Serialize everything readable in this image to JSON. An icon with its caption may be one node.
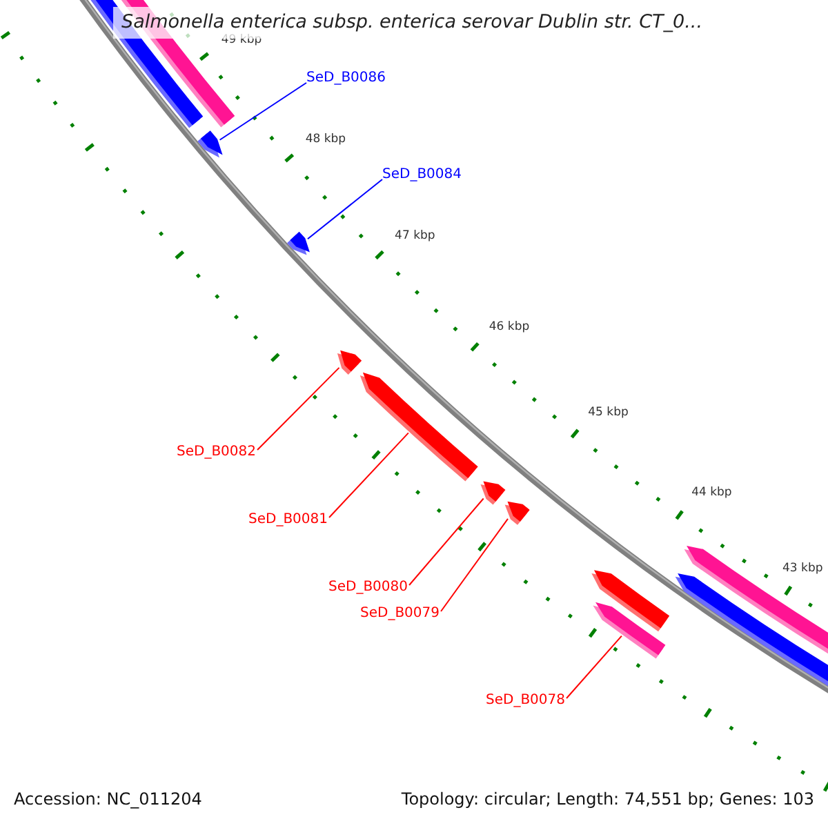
{
  "diagram": {
    "title": "Salmonella enterica subsp. enterica serovar Dublin str. CT_0...",
    "nodes": [
      {
        "text": [
          "SeD_B0086"
        ]
      },
      {
        "text": [
          "SeD_B0084"
        ]
      },
      {
        "text": [
          "SeD_B0082"
        ]
      },
      {
        "text": [
          "SeD_B0081"
        ]
      },
      {
        "text": [
          "SeD_B0080"
        ]
      },
      {
        "text": [
          "SeD_B0079"
        ]
      },
      {
        "text": [
          "SeD_B0078"
        ]
      },
      {
        "text": [],
        "shape": "bar"
      },
      {
        "text": [],
        "shape": "bar"
      },
      {
        "text": [],
        "shape": "bar"
      },
      {
        "text": [],
        "shape": "bar"
      },
      {
        "text": [],
        "shape": "bar"
      },
      {
        "text": [],
        "shape": "bar"
      },
      {
        "text": [],
        "shape": "bar"
      }
    ],
    "edges": [
      {
        "from": 0,
        "to": 7,
        "arrow": "none",
        "color": "#0000ff"
      },
      {
        "from": 1,
        "to": 8,
        "arrow": "none",
        "color": "#0000ff"
      },
      {
        "from": 2,
        "to": 9,
        "arrow": "none"
      },
      {
        "from": 3,
        "to": 10,
        "arrow": "none"
      },
      {
        "from": 4,
        "to": 11,
        "arrow": "none"
      },
      {
        "from": 5,
        "to": 12,
        "arrow": "none"
      },
      {
        "from": 6,
        "to": 13,
        "arrow": "none"
      }
    ],
    "labels": [
      "49 kbp",
      "48 kbp",
      "47 kbp",
      "46 kbp",
      "45 kbp",
      "44 kbp",
      "43 kbp",
      "Accession: NC_011204",
      "Topology: circular; Length: 74,551 bp; Genes: 103"
    ]
  }
}
